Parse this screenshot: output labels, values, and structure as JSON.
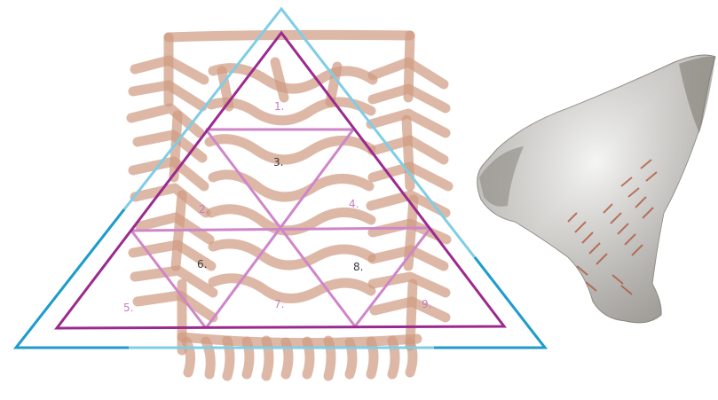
{
  "diagram": {
    "triangle_labels": [
      {
        "id": "1",
        "text": "1.",
        "color": "#c87bc0"
      },
      {
        "id": "2",
        "text": "2.",
        "color": "#c87bc0"
      },
      {
        "id": "3",
        "text": "3.",
        "color": "#3a3a3a"
      },
      {
        "id": "4",
        "text": "4.",
        "color": "#c87bc0"
      },
      {
        "id": "5",
        "text": "5.",
        "color": "#c87bc0"
      },
      {
        "id": "6",
        "text": "6.",
        "color": "#3a3a3a"
      },
      {
        "id": "7",
        "text": "7.",
        "color": "#c87bc0"
      },
      {
        "id": "8",
        "text": "8.",
        "color": "#3a3a3a"
      },
      {
        "id": "9",
        "text": "9.",
        "color": "#c87bc0"
      }
    ],
    "colors": {
      "outer_triangle": "#7fcde6",
      "outer_triangle_corners": "#1f9ccc",
      "inner_triangle": "#9b2a8e",
      "grid_lines": "#cf86c8",
      "ochre_marks": "#cf9a80",
      "background": "#ffffff"
    }
  },
  "photo": {
    "description_icon": "ochre-painted-stone-icon"
  }
}
